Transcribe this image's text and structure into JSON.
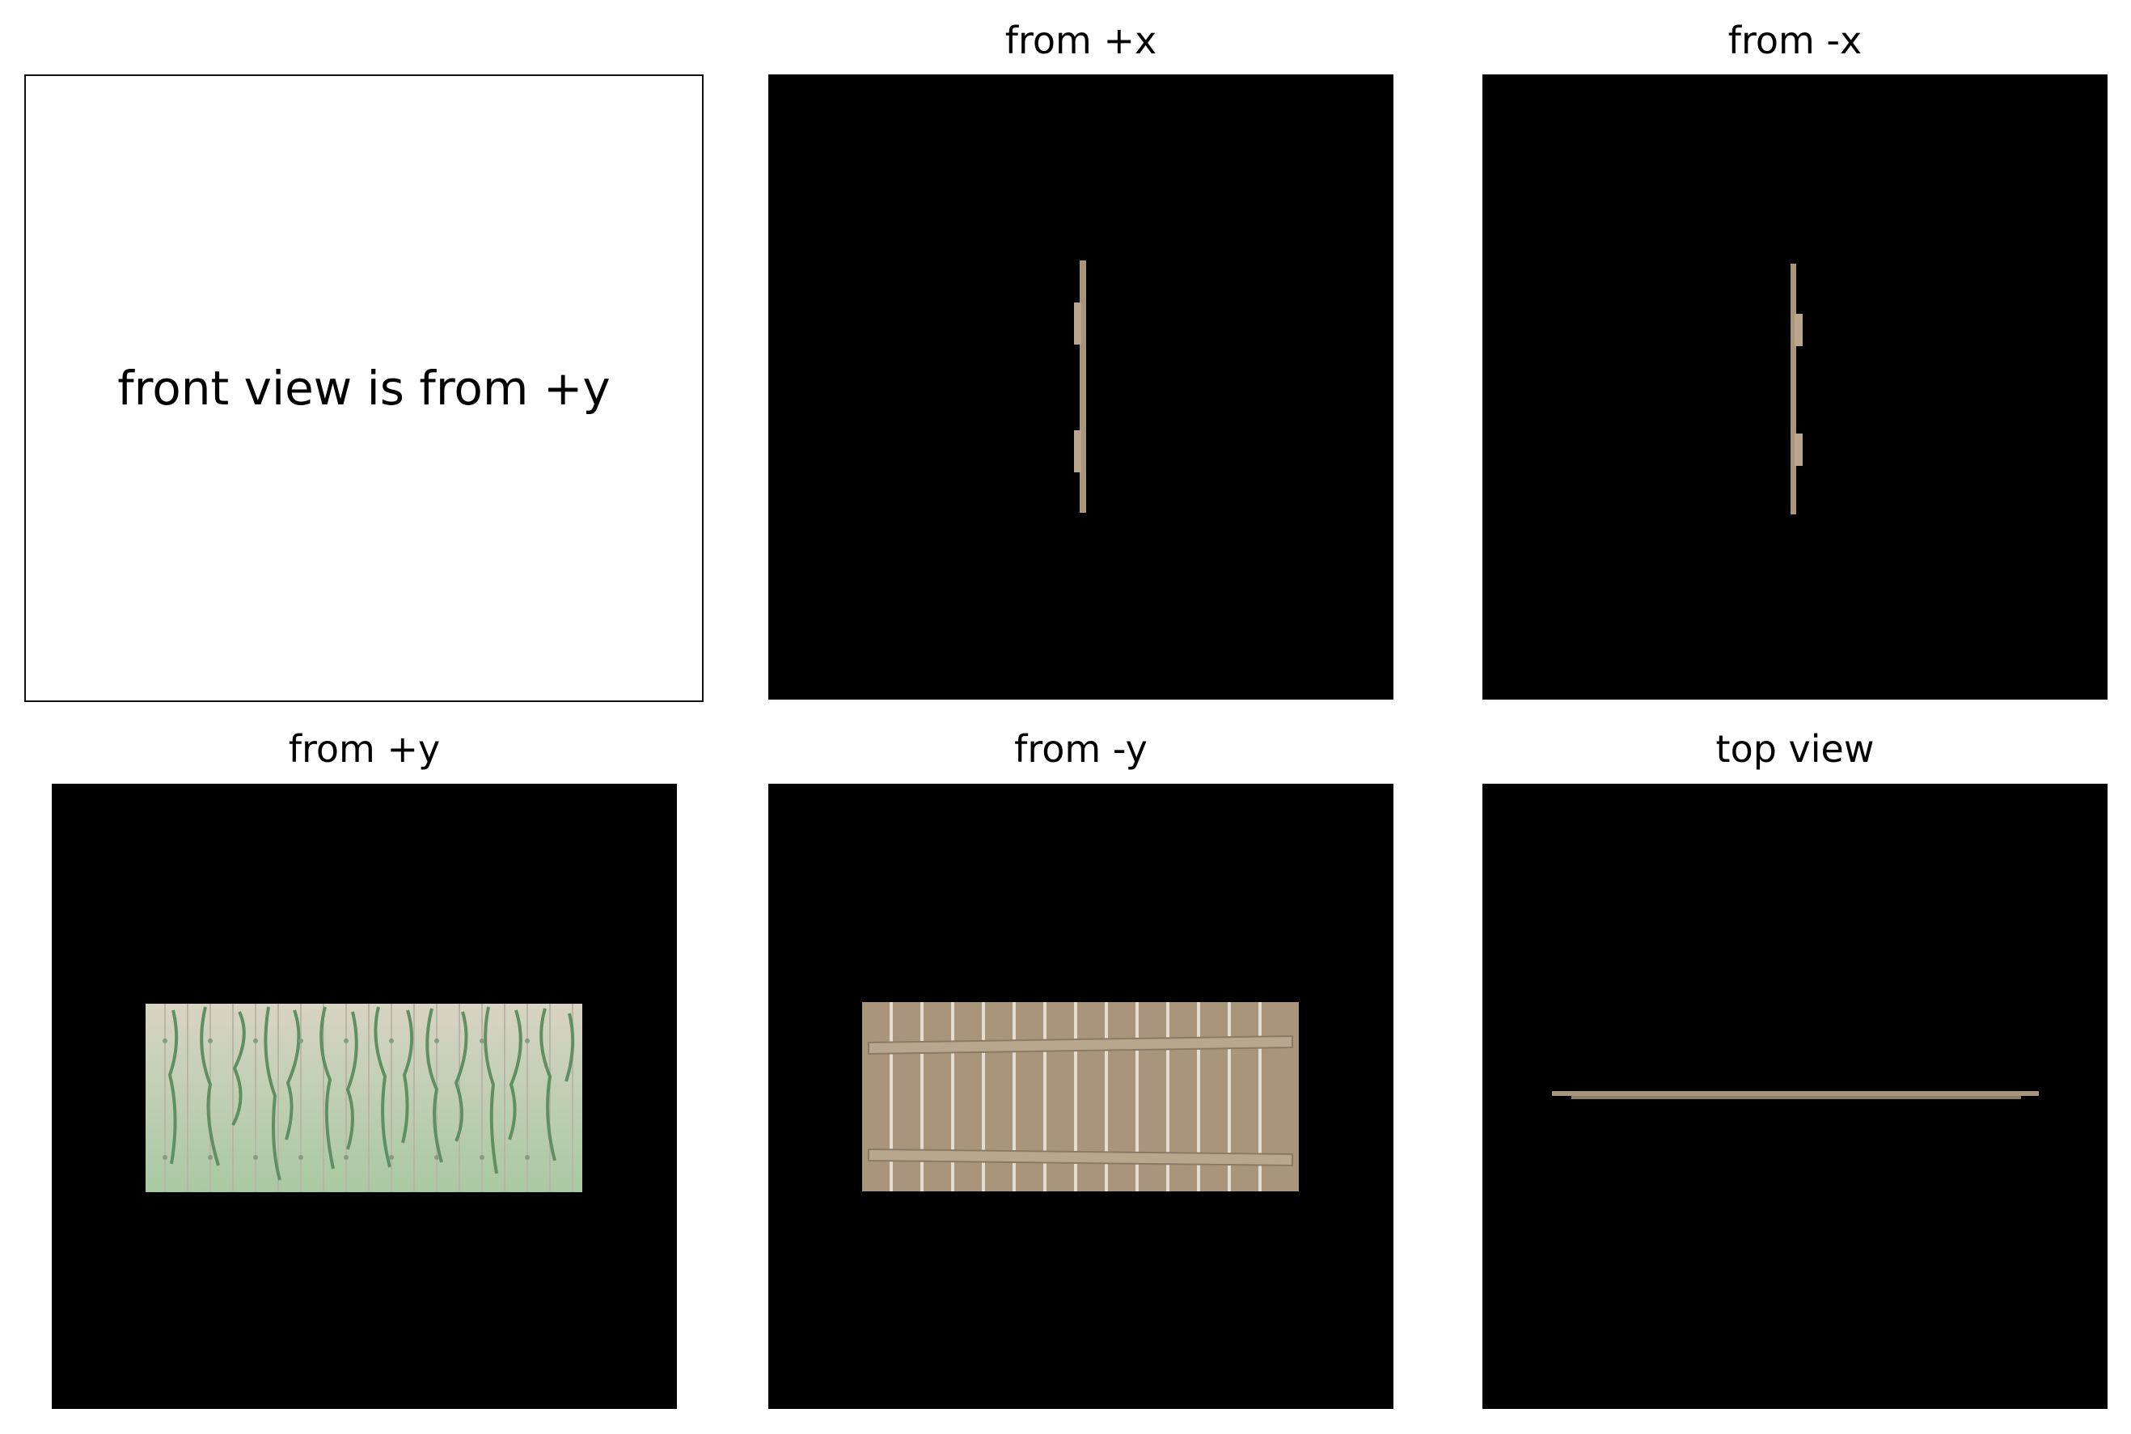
{
  "note_panel": {
    "text": "front view is from +y"
  },
  "views": [
    {
      "id": "from-plus-x",
      "title": "from +x"
    },
    {
      "id": "from-minus-x",
      "title": "from -x"
    },
    {
      "id": "from-plus-y",
      "title": "from +y"
    },
    {
      "id": "from-minus-y",
      "title": "from -y"
    },
    {
      "id": "top-view",
      "title": "top view"
    }
  ],
  "colors": {
    "background": "#000000",
    "wood": "#a8957c",
    "green_stain": "#6f9a72"
  }
}
